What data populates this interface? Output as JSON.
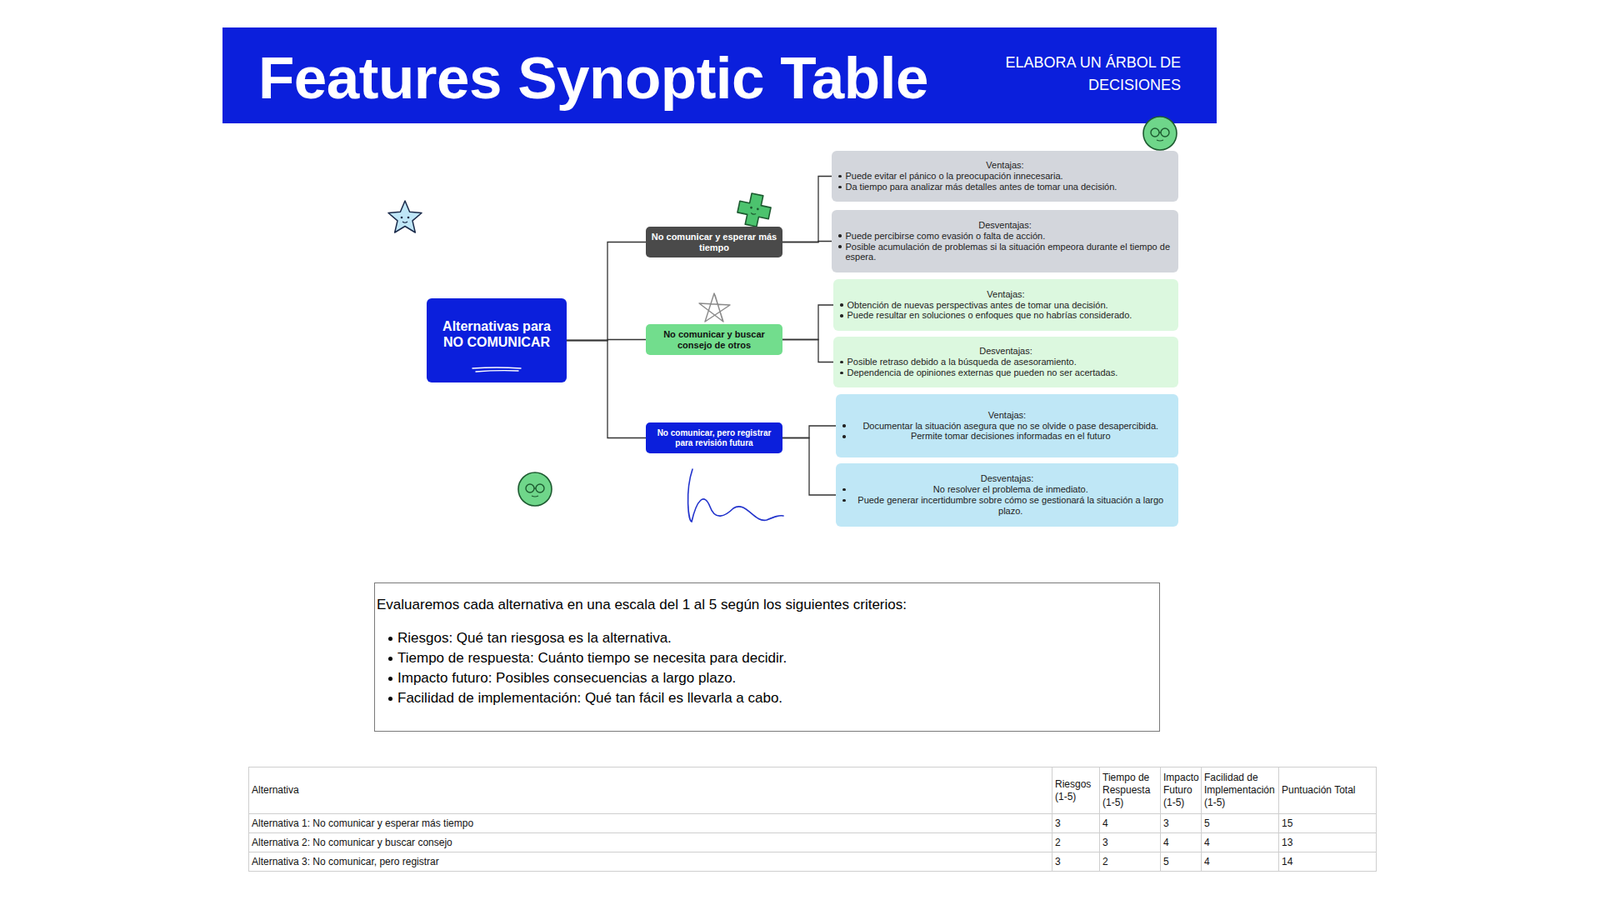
{
  "diagram": {
    "title": "Features Synoptic Table",
    "nodes": [
      {
        "text": [
          "Alternativas para NO COMUNICAR"
        ]
      },
      {
        "text": [
          "No comunicar y esperar más tiempo"
        ]
      },
      {
        "text": [
          "Ventajas:",
          "Puede evitar el pánico o la preocupación innecesaria.",
          "Da tiempo para analizar más detalles antes de tomar una decisión."
        ]
      },
      {
        "text": [
          "Desventajas:",
          "Puede percibirse como evasión o falta de acción.",
          "Posible acumulación de problemas si la situación empeora durante el tiempo de espera."
        ]
      },
      {
        "text": [
          "No comunicar y buscar consejo de otros"
        ]
      },
      {
        "text": [
          "Ventajas:",
          "Obtención de nuevas perspectivas antes de tomar una decisión.",
          "Puede resultar en soluciones o enfoques que no habrías considerado."
        ]
      },
      {
        "text": [
          "Desventajas:",
          "Posible retraso debido a la búsqueda de asesoramiento.",
          "Dependencia de opiniones externas que pueden no ser acertadas."
        ]
      },
      {
        "text": [
          "No comunicar, pero registrar para revisión futura"
        ]
      },
      {
        "text": [
          "Ventajas:",
          "Documentar la situación asegura que no se olvide o pase desapercibida.",
          "Permite tomar decisiones informadas en el futuro"
        ]
      },
      {
        "text": [
          "Desventajas:",
          "No resolver el problema de inmediato.",
          "Puede generar incertidumbre sobre cómo se gestionará la situación a largo plazo."
        ]
      },
      {
        "text": [
          "Evaluaremos cada alternativa en una escala del 1 al 5 según los siguientes criterios:",
          "Riesgos: Qué tan riesgosa es la alternativa.",
          "Tiempo de respuesta: Cuánto tiempo se necesita para decidir.",
          "Impacto futuro: Posibles consecuencias a largo plazo.",
          "Facilidad de implementación: Qué tan fácil es llevarla a cabo."
        ]
      }
    ],
    "edges": [
      {
        "from": 0,
        "to": 1,
        "arrow": "none"
      },
      {
        "from": 0,
        "to": 4,
        "arrow": "none"
      },
      {
        "from": 0,
        "to": 7,
        "arrow": "none"
      },
      {
        "from": 1,
        "to": 2,
        "arrow": "none"
      },
      {
        "from": 1,
        "to": 3,
        "arrow": "none"
      },
      {
        "from": 4,
        "to": 5,
        "arrow": "none"
      },
      {
        "from": 4,
        "to": 6,
        "arrow": "none"
      },
      {
        "from": 7,
        "to": 8,
        "arrow": "none"
      },
      {
        "from": 7,
        "to": 9,
        "arrow": "none"
      }
    ],
    "labels": [
      "ELABORA UN ÁRBOL DE DECISIONES",
      "Alternativa",
      "Riesgos (1-5)",
      "Tiempo de Respuesta (1-5)",
      "Impacto Futuro (1-5)",
      "Facilidad de Implementación (1-5)",
      "Puntuación Total",
      "Alternativa 1: No comunicar y esperar más tiempo",
      "3",
      "4",
      "3",
      "5",
      "15",
      "Alternativa 2: No comunicar y buscar consejo",
      "2",
      "3",
      "4",
      "4",
      "13",
      "Alternativa 3: No comunicar, pero registrar",
      "3",
      "2",
      "5",
      "4",
      "14"
    ]
  }
}
